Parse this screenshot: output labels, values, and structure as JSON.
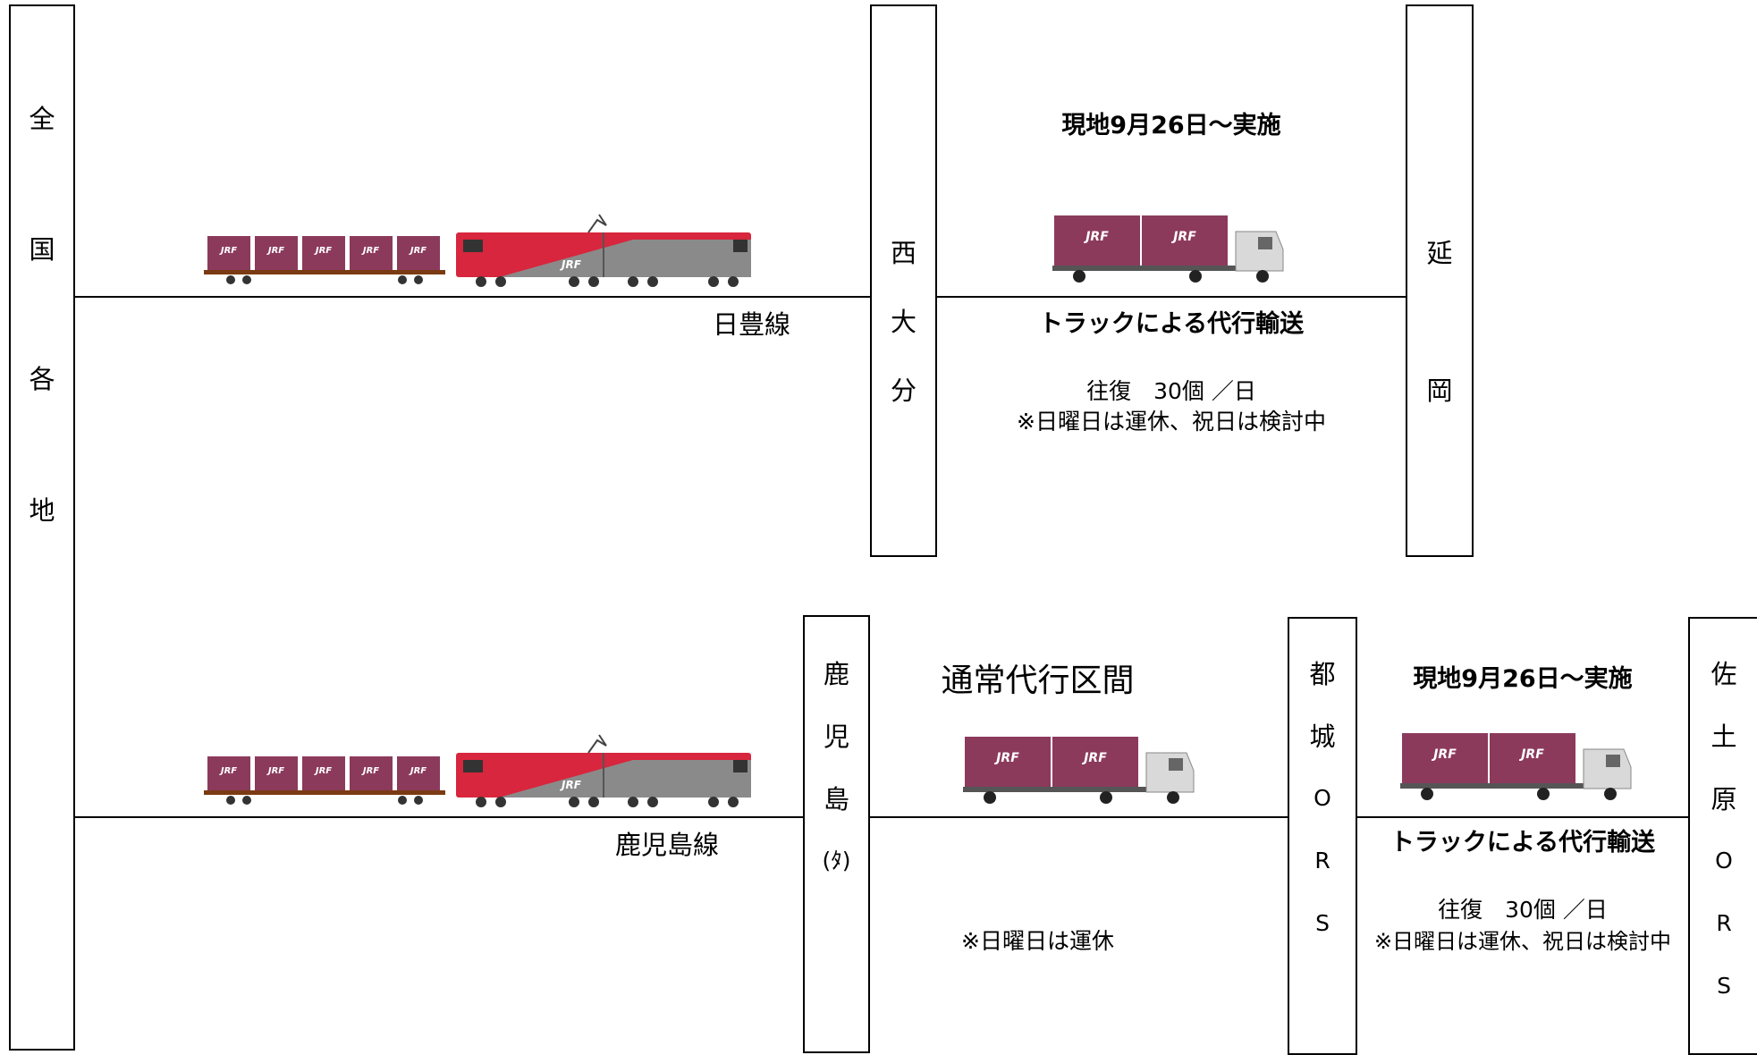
{
  "left_region": {
    "chars": [
      "全",
      "国",
      "各",
      "地"
    ]
  },
  "top_route": {
    "rail_line": "日豊線",
    "station_a": {
      "chars": [
        "西",
        "大",
        "分"
      ]
    },
    "station_b": {
      "chars": [
        "延",
        "岡"
      ]
    },
    "notice": "現地9月26日～実施",
    "substitute": "トラックによる代行輸送",
    "volume": "往復　30個 ／日",
    "note": "※日曜日は運休、祝日は検討中"
  },
  "bottom_route": {
    "rail_line": "鹿児島線",
    "station_a": {
      "chars": [
        "鹿",
        "児",
        "島",
        "(ﾀ)"
      ]
    },
    "section_title": "通常代行区間",
    "section_note": "※日曜日は運休",
    "station_b": {
      "chars": [
        "都",
        "城",
        "O",
        "R",
        "S"
      ]
    },
    "notice": "現地9月26日～実施",
    "substitute": "トラックによる代行輸送",
    "volume": "往復　30個 ／日",
    "note": "※日曜日は運休、祝日は検討中",
    "station_c": {
      "chars": [
        "佐",
        "土",
        "原",
        "O",
        "R",
        "S"
      ]
    }
  },
  "container_logo": "JRF",
  "colors": {
    "container": "#8c3a5c",
    "loco_red": "#d7263d",
    "loco_gray": "#8a8a8a",
    "truck_cab": "#d9d9d9"
  }
}
